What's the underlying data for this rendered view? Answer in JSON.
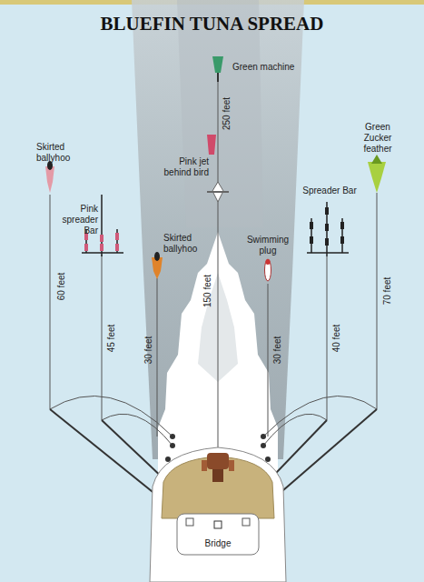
{
  "diagram": {
    "title": "BLUEFIN TUNA SPREAD",
    "labels": [
      "Green machine",
      "250 feet",
      "Pink jet behind bird",
      "150 feet",
      "Skirted ballyhoo",
      "60 feet",
      "Pink spreader Bar",
      "45 feet",
      "Skirted ballyhoo",
      "30 feet",
      "Swimming plug",
      "30 feet",
      "Spreader Bar",
      "40 feet",
      "Green Zucker feather",
      "70 feet",
      "Bridge"
    ]
  }
}
